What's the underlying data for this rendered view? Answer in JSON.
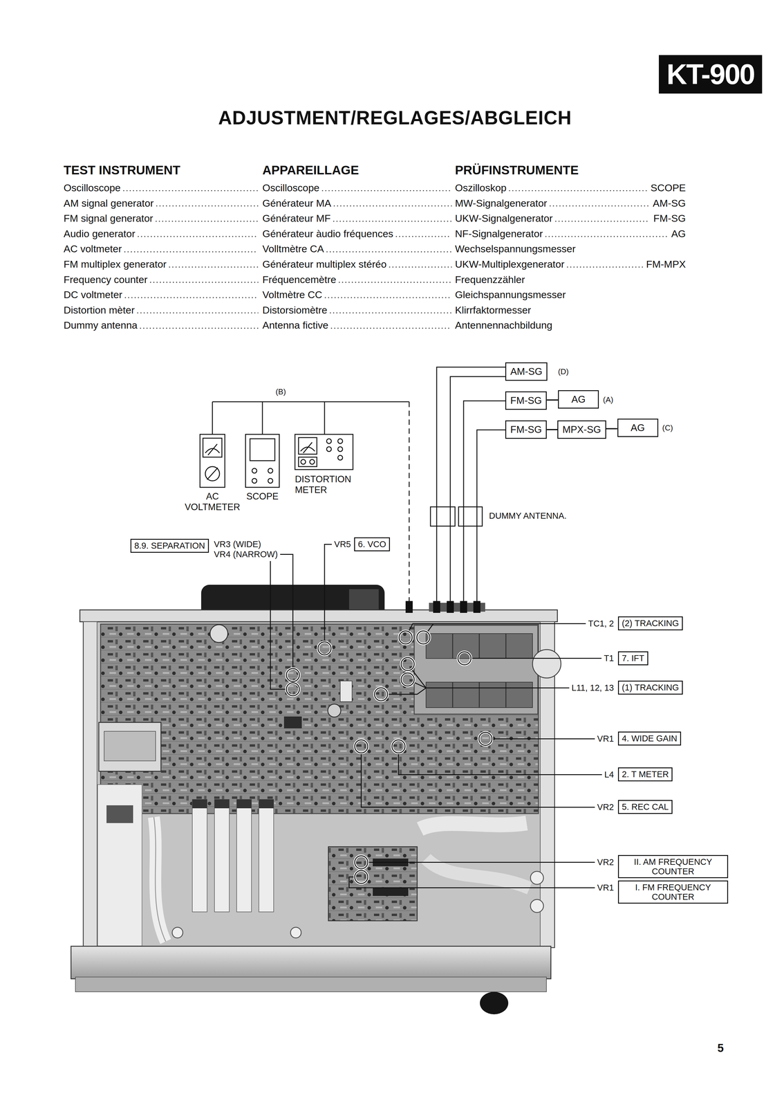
{
  "diagram": {
    "title": "ADJUSTMENT/REGLAGES/ABGLEICH",
    "nodes": [
      {
        "text": [
          "KT-900"
        ]
      },
      {
        "text": [
          "AM-SG"
        ]
      },
      {
        "text": [
          "FM-SG"
        ]
      },
      {
        "text": [
          "AG"
        ]
      },
      {
        "text": [
          "FM-SG"
        ]
      },
      {
        "text": [
          "MPX-SG"
        ]
      },
      {
        "text": [
          "AG"
        ]
      },
      {
        "text": [
          "AC VOLTMETER"
        ]
      },
      {
        "text": [
          "SCOPE"
        ]
      },
      {
        "text": [
          "DISTORTION METER"
        ]
      },
      {
        "text": [
          "8.9. SEPARATION"
        ]
      },
      {
        "text": [
          "6. VCO"
        ]
      },
      {
        "text": [
          "(2) TRACKING"
        ]
      },
      {
        "text": [
          "7. IFT"
        ]
      },
      {
        "text": [
          "(1) TRACKING"
        ]
      },
      {
        "text": [
          "4. WIDE GAIN"
        ]
      },
      {
        "text": [
          "2. T METER"
        ]
      },
      {
        "text": [
          "5. REC CAL"
        ]
      },
      {
        "text": [
          "II. AM FREQUENCY COUNTER"
        ]
      },
      {
        "text": [
          "I. FM FREQUENCY COUNTER"
        ]
      }
    ],
    "edges": [
      {
        "from": 2,
        "to": 3,
        "arrow": "none"
      },
      {
        "from": 4,
        "to": 5,
        "arrow": "none"
      },
      {
        "from": 5,
        "to": 6,
        "arrow": "none"
      }
    ],
    "labels": [
      "TEST INSTRUMENT",
      "APPAREILLAGE",
      "PRÜFINSTRUMENTE",
      "Oscilloscope",
      "Oscilloscope",
      "Oszilloskop",
      "SCOPE",
      "AM signal generator",
      "Générateur MA",
      "MW-Signalgenerator",
      "AM-SG",
      "FM signal generator",
      "Générateur MF",
      "UKW-Signalgenerator",
      "FM-SG",
      "Audio generator",
      "Générateur àudio fréquences",
      "NF-Signalgenerator",
      "AG",
      "AC voltmeter",
      "Volltmètre CA",
      "Wechselspannungsmesser",
      "FM multiplex generator",
      "Générateur multiplex stéréo",
      "UKW-Multiplexgenerator",
      "FM-MPX",
      "Frequency counter",
      "Fréquencemètre",
      "Frequenzzähler",
      "DC voltmeter",
      "Voltmètre CC",
      "Gleichspannungsmesser",
      "Distortion mèter",
      "Distorsiomètre",
      "Klirrfaktormesser",
      "Dummy antenna",
      "Antenna fictive",
      "Antennennachbildung",
      "(D)",
      "(A)",
      "(C)",
      "(B)",
      "DUMMY ANTENNA.",
      "VR3 (WIDE)",
      "VR4 (NARROW)",
      "VR5",
      "TC1, 2",
      "T1",
      "L11, 12, 13",
      "VR1",
      "L4",
      "VR2",
      "VR2",
      "VR1",
      "5"
    ]
  }
}
